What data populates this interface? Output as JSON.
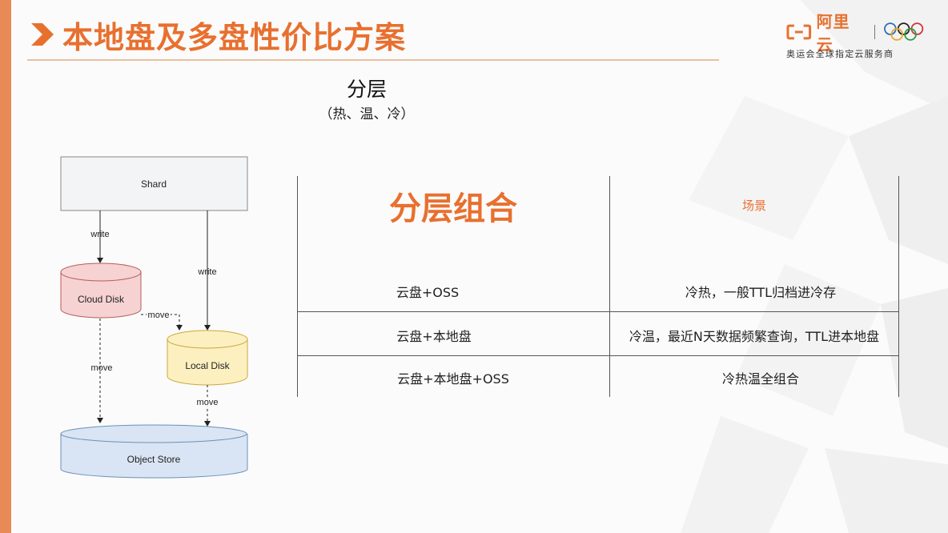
{
  "slide": {
    "title": "本地盘及多盘性价比方案",
    "subtitle": "分层",
    "subtitle_note": "（热、温、冷）"
  },
  "logo": {
    "brand": "阿里云",
    "tagline": "奥运会全球指定云服务商"
  },
  "diagram": {
    "nodes": {
      "shard": "Shard",
      "cloud_disk": "Cloud Disk",
      "local_disk": "Local Disk",
      "object_store": "Object Store"
    },
    "edges": {
      "write_cloud": "write",
      "write_local": "write",
      "move_cloud_local": "move",
      "move_cloud_object": "move",
      "move_local_object": "move"
    },
    "colors": {
      "cloud_disk": "#f6d2d2",
      "local_disk": "#fdf0c0",
      "object_store": "#d9e5f4",
      "shard": "#f3f4f6"
    }
  },
  "table": {
    "headers": [
      "分层组合",
      "场景"
    ],
    "rows": [
      [
        "云盘+OSS",
        "冷热，一般TTL归档进冷存"
      ],
      [
        "云盘+本地盘",
        "冷温，最近N天数据频繁查询，TTL进本地盘"
      ],
      [
        "云盘+本地盘+OSS",
        "冷热温全组合"
      ]
    ]
  },
  "colors": {
    "accent": "#e8702f",
    "left_bar": "#e88a56"
  }
}
